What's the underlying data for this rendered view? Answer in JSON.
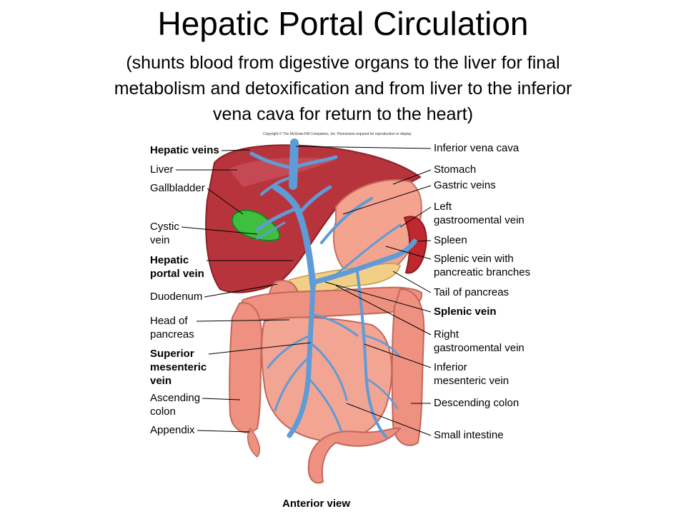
{
  "title": "Hepatic Portal Circulation",
  "subtitle_lines": [
    "(shunts blood from digestive organs to the liver for final",
    "metabolism and detoxification and from liver to the inferior",
    "vena cava for return to the heart)"
  ],
  "copyright": "Copyright © The McGraw-Hill Companies, Inc. Permission required for reproduction or display.",
  "left_labels": [
    {
      "lines": [
        "Hepatic veins"
      ],
      "bold": true
    },
    {
      "lines": [
        "Liver"
      ],
      "bold": false
    },
    {
      "lines": [
        "Gallbladder"
      ],
      "bold": false
    },
    {
      "lines": [
        "Cystic",
        "vein"
      ],
      "bold": false
    },
    {
      "lines": [
        "Hepatic",
        "portal vein"
      ],
      "bold": true
    },
    {
      "lines": [
        "Duodenum"
      ],
      "bold": false
    },
    {
      "lines": [
        "Head of",
        "pancreas"
      ],
      "bold": false
    },
    {
      "lines": [
        "Superior",
        "mesenteric",
        "vein"
      ],
      "bold": true
    },
    {
      "lines": [
        "Ascending",
        "colon"
      ],
      "bold": false
    },
    {
      "lines": [
        "Appendix"
      ],
      "bold": false
    }
  ],
  "right_labels": [
    {
      "lines": [
        "Inferior vena cava"
      ],
      "bold": false
    },
    {
      "lines": [
        "Stomach"
      ],
      "bold": false
    },
    {
      "lines": [
        "Gastric veins"
      ],
      "bold": false
    },
    {
      "lines": [
        "Left",
        "gastroomental vein"
      ],
      "bold": false
    },
    {
      "lines": [
        "Spleen"
      ],
      "bold": false
    },
    {
      "lines": [
        "Splenic vein with",
        "pancreatic branches"
      ],
      "bold": false
    },
    {
      "lines": [
        "Tail of pancreas"
      ],
      "bold": false
    },
    {
      "lines": [
        "Splenic vein"
      ],
      "bold": true
    },
    {
      "lines": [
        "Right",
        "gastroomental vein"
      ],
      "bold": false
    },
    {
      "lines": [
        "Inferior",
        "mesenteric vein"
      ],
      "bold": false
    },
    {
      "lines": [
        "Descending colon"
      ],
      "bold": false
    },
    {
      "lines": [
        "Small intestine"
      ],
      "bold": false
    }
  ],
  "view_label": "Anterior view",
  "colors": {
    "liver": "#b8343c",
    "intestine": "#ef9180",
    "vein": "#5f9bd6",
    "gallbladder": "#3fbf3f",
    "pancreas": "#f2cf86"
  }
}
